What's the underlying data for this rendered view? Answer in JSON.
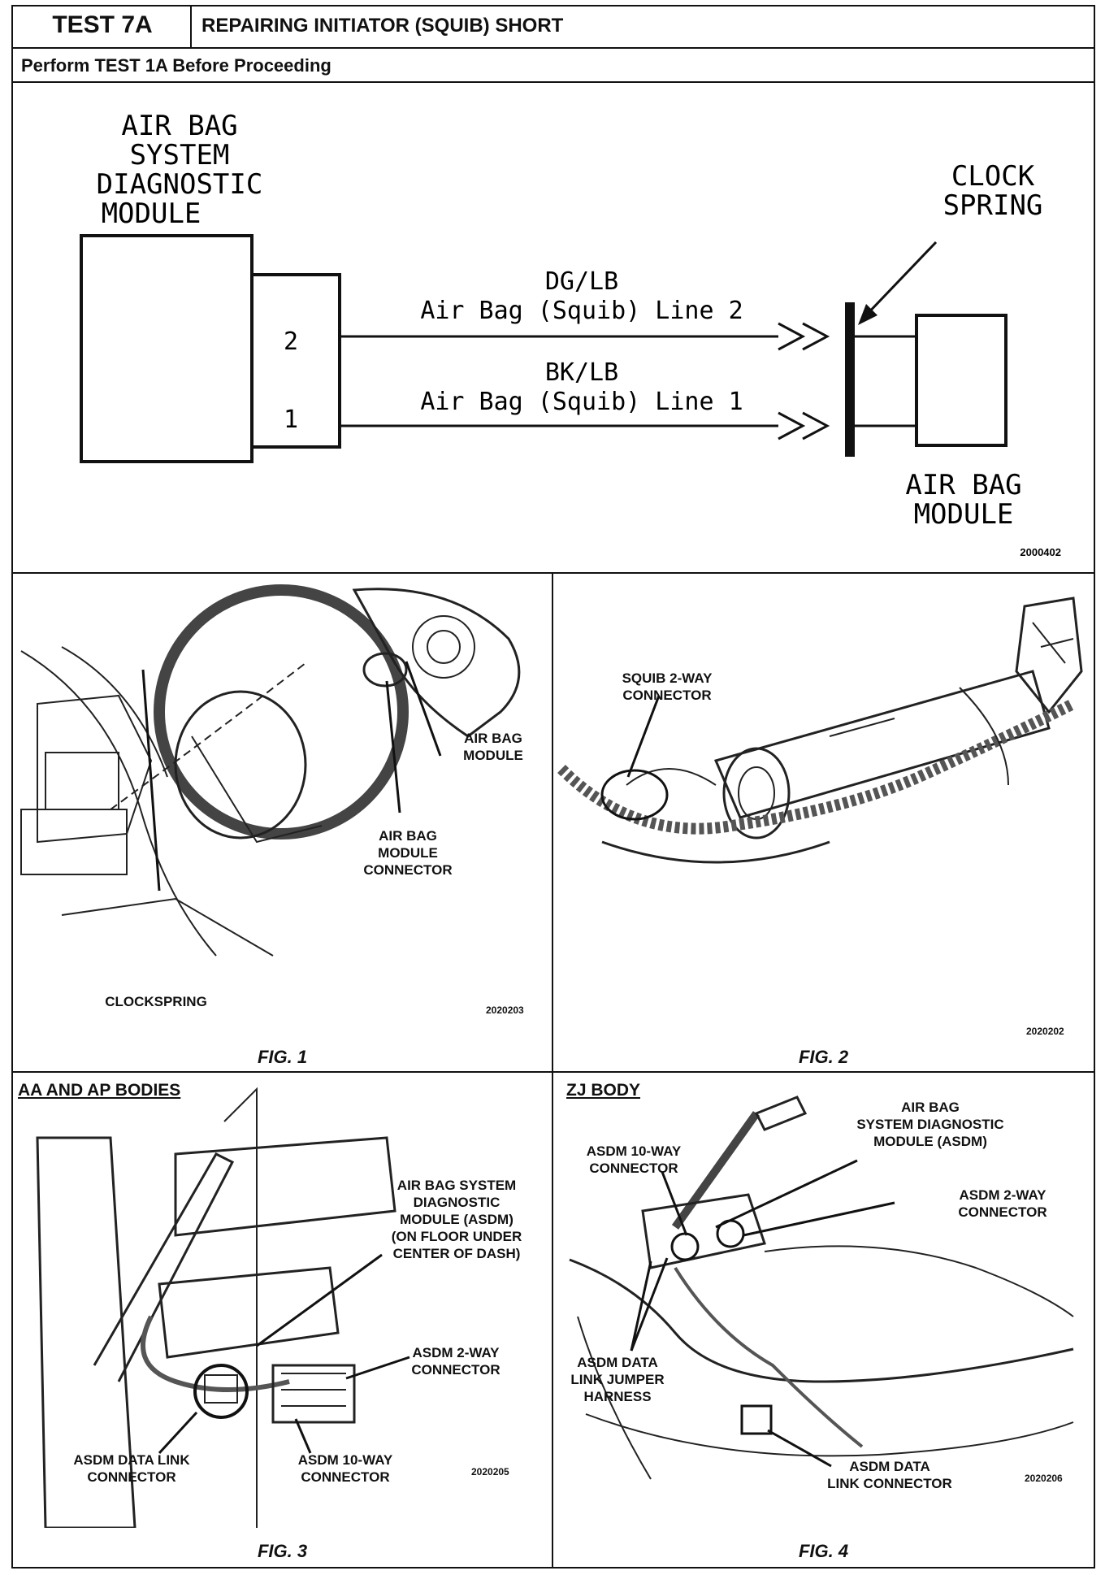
{
  "header": {
    "test_id": "TEST 7A",
    "title": "REPAIRING INITIATOR (SQUIB) SHORT",
    "prerequisite": "Perform TEST 1A Before Proceeding"
  },
  "schematic": {
    "module_label_lines": [
      "AIR BAG",
      "SYSTEM",
      "DIAGNOSTIC",
      "MODULE"
    ],
    "pin_2": "2",
    "pin_1": "1",
    "wire_2_color": "DG/LB",
    "wire_2_label": "Air Bag (Squib) Line 2",
    "wire_1_color": "BK/LB",
    "wire_1_label": "Air Bag (Squib) Line 1",
    "clockspring_label_lines": [
      "CLOCK",
      "SPRING"
    ],
    "airbag_label_lines": [
      "AIR BAG",
      "MODULE"
    ],
    "part_number": "2000402"
  },
  "figures": [
    {
      "caption": "FIG. 1",
      "part_number": "2020203",
      "callouts": {
        "airbag_module": [
          "AIR BAG",
          "MODULE"
        ],
        "airbag_module_connector": [
          "AIR BAG",
          "MODULE",
          "CONNECTOR"
        ],
        "clockspring": [
          "CLOCKSPRING"
        ]
      }
    },
    {
      "caption": "FIG. 2",
      "part_number": "2020202",
      "callouts": {
        "squib_connector": [
          "SQUIB 2-WAY",
          "CONNECTOR"
        ]
      }
    },
    {
      "caption": "FIG. 3",
      "section_title": "AA AND AP BODIES",
      "part_number": "2020205",
      "callouts": {
        "asdm": [
          "AIR BAG SYSTEM",
          "DIAGNOSTIC",
          "MODULE (ASDM)",
          "(ON FLOOR UNDER",
          "CENTER OF DASH)"
        ],
        "asdm_2way": [
          "ASDM 2-WAY",
          "CONNECTOR"
        ],
        "asdm_data_link": [
          "ASDM DATA LINK",
          "CONNECTOR"
        ],
        "asdm_10way": [
          "ASDM 10-WAY",
          "CONNECTOR"
        ]
      }
    },
    {
      "caption": "FIG. 4",
      "section_title": "ZJ BODY",
      "part_number": "2020206",
      "callouts": {
        "asdm": [
          "AIR BAG",
          "SYSTEM DIAGNOSTIC",
          "MODULE (ASDM)"
        ],
        "asdm_10way": [
          "ASDM 10-WAY",
          "CONNECTOR"
        ],
        "asdm_2way": [
          "ASDM 2-WAY",
          "CONNECTOR"
        ],
        "jumper_harness": [
          "ASDM DATA",
          "LINK JUMPER",
          "HARNESS"
        ],
        "asdm_data_link": [
          "ASDM DATA",
          "LINK CONNECTOR"
        ]
      }
    }
  ]
}
